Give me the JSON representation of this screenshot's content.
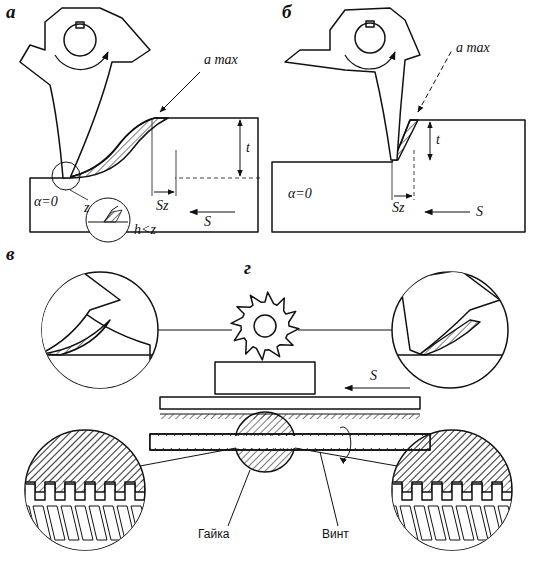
{
  "diagram": {
    "labels": [
      "а",
      "a max",
      "t",
      "Sz",
      "S",
      "α=0",
      "z",
      "h<z",
      "б",
      "a max",
      "t",
      "Sz",
      "S",
      "α=0",
      "в",
      "г",
      "S",
      "Гайка",
      "Винт"
    ]
  }
}
